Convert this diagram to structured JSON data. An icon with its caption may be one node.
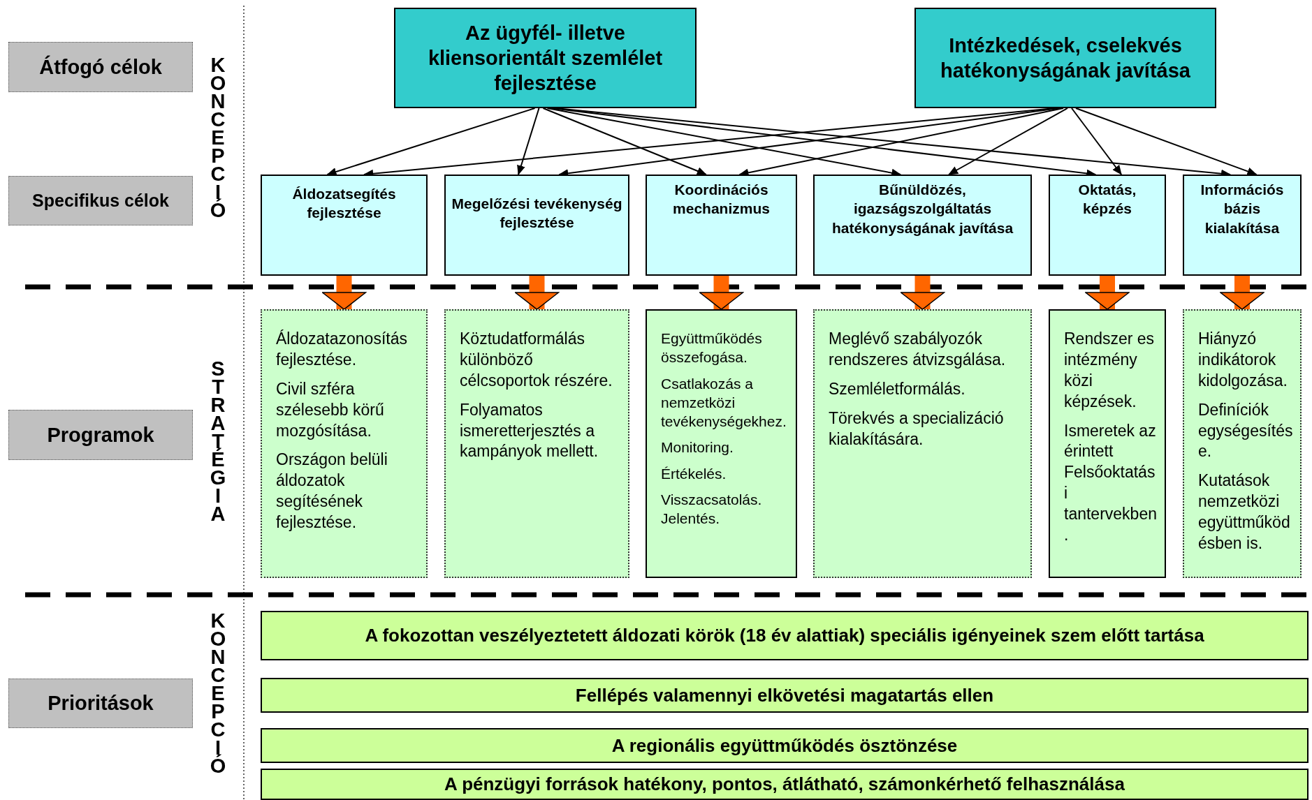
{
  "diagram": {
    "nodes": [
      {
        "text": [
          "Átfogó célok"
        ]
      },
      {
        "text": [
          "Az ügyfél- illetve kliensorientált szemlélet fejlesztése"
        ]
      },
      {
        "text": [
          "Intézkedések, cselekvés hatékonyságának javítása"
        ]
      },
      {
        "text": [
          "Specifikus célok"
        ]
      },
      {
        "text": [
          "Áldozatsegítés fejlesztése"
        ]
      },
      {
        "text": [
          "Megelőzési tevékenység fejlesztése"
        ]
      },
      {
        "text": [
          "Koordinációs mechanizmus"
        ]
      },
      {
        "text": [
          "Bűnüldözés, igazságszolgáltatás hatékonyságának javítása"
        ]
      },
      {
        "text": [
          "Oktatás, képzés"
        ]
      },
      {
        "text": [
          "Információs bázis kialakítása"
        ]
      },
      {
        "text": [
          "Programok"
        ]
      },
      {
        "text": [
          "Áldozatazonosítás fejlesztése.",
          "Civil szféra szélesebb körű mozgósítása.",
          "Országon belüli áldozatok segítésének fejlesztése."
        ]
      },
      {
        "text": [
          "Köztudatformálás különböző célcsoportok részére.",
          "Folyamatos ismeretterjesztés a kampányok mellett."
        ]
      },
      {
        "text": [
          "Együttműködés összefogása.",
          "Csatlakozás a nemzetközi tevékenységekhez.",
          "Monitoring.",
          "Értékelés.",
          "Visszacsatolás. Jelentés."
        ]
      },
      {
        "text": [
          "Meglévő szabályozók rendszeres átvizsgálása.",
          "Szemléletformálás.",
          "Törekvés a specializáció kialakítására."
        ]
      },
      {
        "text": [
          "Rendszer es intézmény közi képzések.",
          "Ismeretek az érintett Felsőoktatási tantervekben."
        ]
      },
      {
        "text": [
          "Hiányzó indikátorok kidolgozása.",
          "Definíciók egységesítése.",
          "Kutatások nemzetközi együttműködésben is."
        ]
      },
      {
        "text": [
          "Prioritások"
        ]
      },
      {
        "text": [
          "A fokozottan veszélyeztetett áldozati körök (18 év alattiak) speciális igényeinek szem előtt tartása"
        ]
      },
      {
        "text": [
          "Fellépés valamennyi elkövetési magatartás ellen"
        ]
      },
      {
        "text": [
          "A regionális együttműködés ösztönzése"
        ]
      },
      {
        "text": [
          "A pénzügyi források hatékony, pontos, átlátható, számonkérhető felhasználása"
        ]
      }
    ],
    "edges": [
      {
        "from": 1,
        "to": 4,
        "arrow": "to"
      },
      {
        "from": 1,
        "to": 5,
        "arrow": "to"
      },
      {
        "from": 1,
        "to": 6,
        "arrow": "to"
      },
      {
        "from": 1,
        "to": 7,
        "arrow": "to"
      },
      {
        "from": 1,
        "to": 8,
        "arrow": "to"
      },
      {
        "from": 1,
        "to": 9,
        "arrow": "to"
      },
      {
        "from": 2,
        "to": 4,
        "arrow": "to"
      },
      {
        "from": 2,
        "to": 5,
        "arrow": "to"
      },
      {
        "from": 2,
        "to": 6,
        "arrow": "to"
      },
      {
        "from": 2,
        "to": 7,
        "arrow": "to"
      },
      {
        "from": 2,
        "to": 8,
        "arrow": "to"
      },
      {
        "from": 2,
        "to": 9,
        "arrow": "to"
      },
      {
        "from": 4,
        "to": 11,
        "arrow": "to",
        "style": "thick",
        "color": "#ff6600"
      },
      {
        "from": 5,
        "to": 12,
        "arrow": "to",
        "style": "thick",
        "color": "#ff6600"
      },
      {
        "from": 6,
        "to": 13,
        "arrow": "to",
        "style": "thick",
        "color": "#ff6600"
      },
      {
        "from": 7,
        "to": 14,
        "arrow": "to",
        "style": "thick",
        "color": "#ff6600"
      },
      {
        "from": 8,
        "to": 15,
        "arrow": "to",
        "style": "thick",
        "color": "#ff6600"
      },
      {
        "from": 9,
        "to": 16,
        "arrow": "to",
        "style": "thick",
        "color": "#ff6600"
      }
    ],
    "labels": [
      "KONCEPCIÓ",
      "STRATÉGIA",
      "KONCEPCIÓ"
    ]
  }
}
